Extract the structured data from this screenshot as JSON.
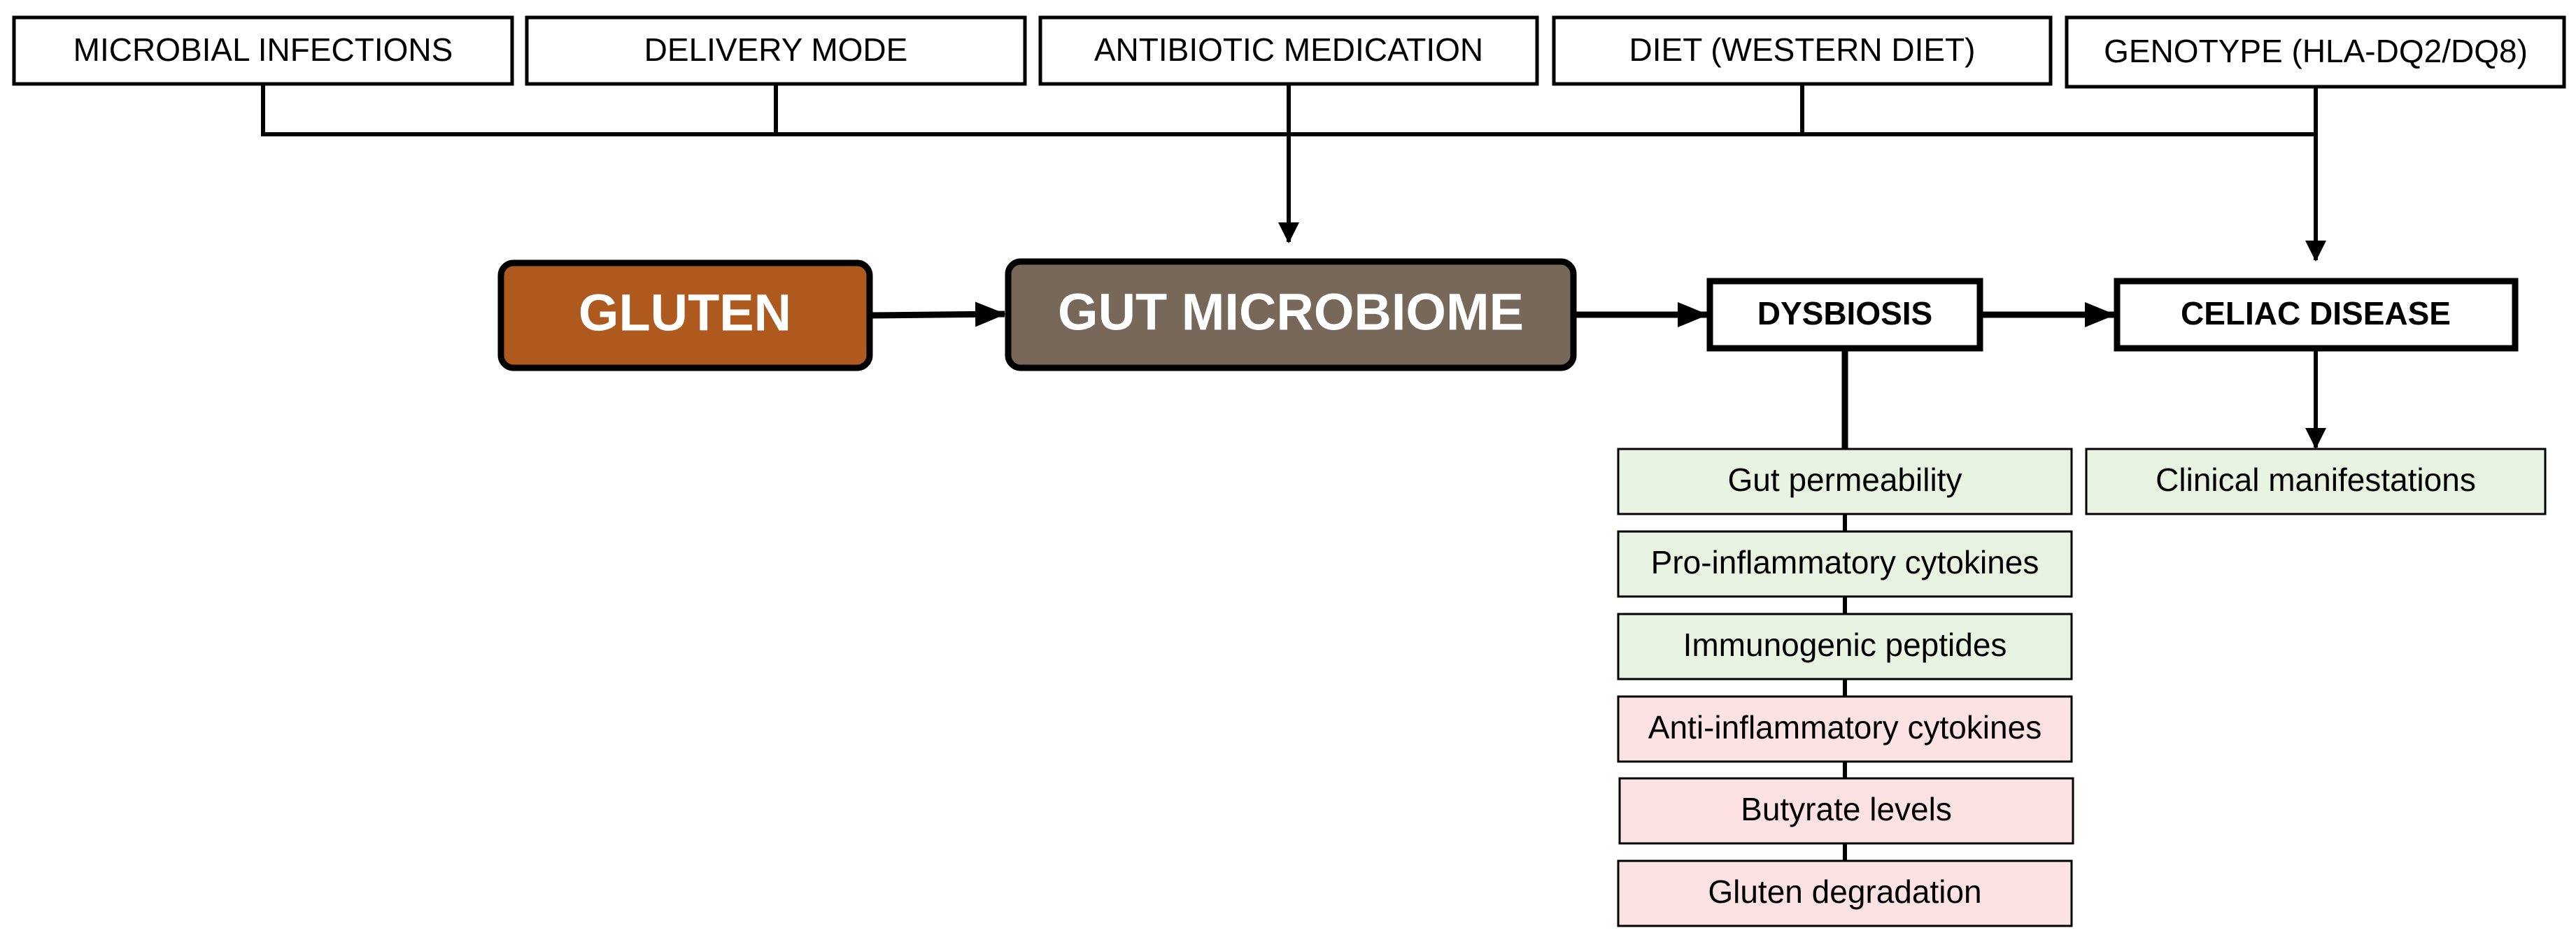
{
  "factors": {
    "microbial_infections": "MICROBIAL INFECTIONS",
    "delivery_mode": "DELIVERY MODE",
    "antibiotic_medication": "ANTIBIOTIC MEDICATION",
    "diet": "DIET (WESTERN DIET)",
    "genotype": "GENOTYPE (HLA-DQ2/DQ8)"
  },
  "main_nodes": {
    "gluten": "GLUTEN",
    "gut_microbiome": "GUT MICROBIOME"
  },
  "states": {
    "dysbiosis": "DYSBIOSIS",
    "celiac_disease": "CELIAC DISEASE"
  },
  "dysbiosis_effects": {
    "increased": [
      "Gut permeability",
      "Pro-inflammatory cytokines",
      "Immunogenic peptides"
    ],
    "decreased": [
      "Anti-inflammatory cytokines",
      "Butyrate levels",
      "Gluten degradation"
    ]
  },
  "celiac_effects": [
    "Clinical manifestations"
  ],
  "colors": {
    "gluten_fill": "#ae5a1f",
    "microbiome_fill": "#77685a",
    "increased_fill": "#e8f3e2",
    "decreased_fill": "#fde2e3",
    "line": "#000000"
  }
}
